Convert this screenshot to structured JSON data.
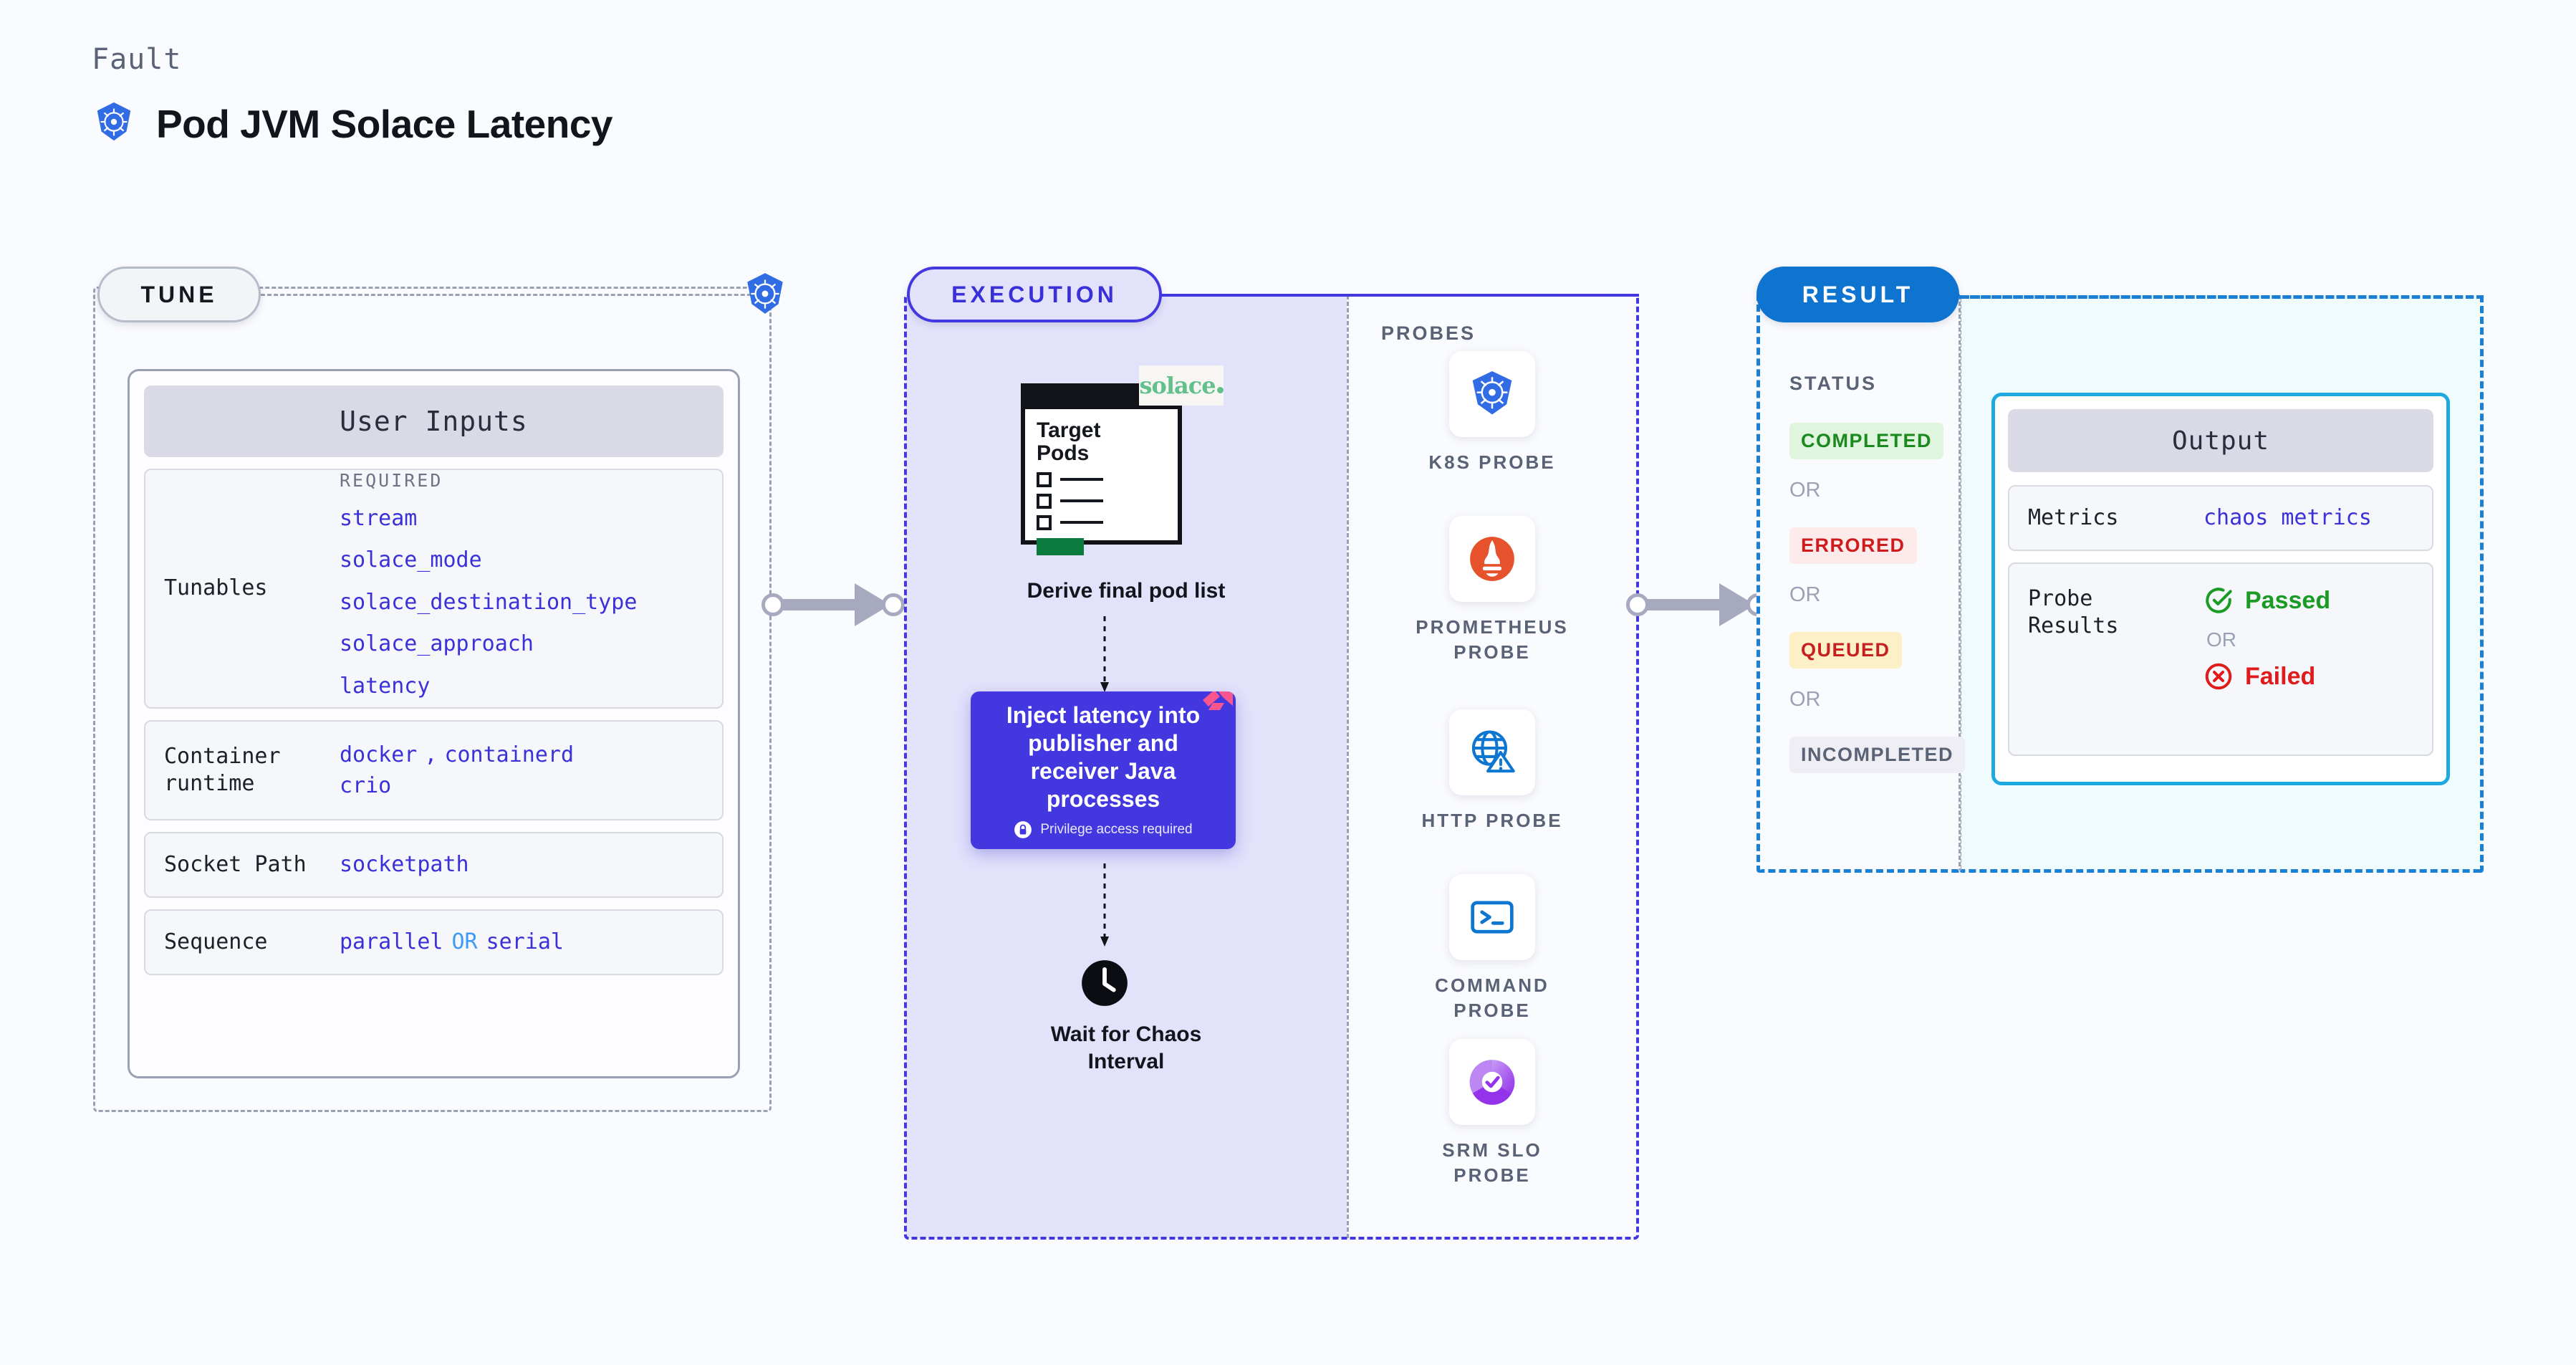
{
  "header": {
    "eyebrow": "Fault",
    "title": "Pod JVM Solace Latency",
    "icon": "kubernetes-icon"
  },
  "tune": {
    "badge": "TUNE",
    "platform_icon": "kubernetes-icon",
    "card_title": "User Inputs",
    "rows": [
      {
        "label": "Tunables",
        "required_label": "REQUIRED",
        "values": [
          "stream",
          "solace_mode",
          "solace_destination_type",
          "solace_approach",
          "latency"
        ]
      },
      {
        "label": "Container runtime",
        "values": [
          "docker",
          "containerd",
          "crio"
        ],
        "separator": ","
      },
      {
        "label": "Socket Path",
        "values": [
          "socketpath"
        ]
      },
      {
        "label": "Sequence",
        "values": [
          "parallel",
          "serial"
        ],
        "separator": "OR"
      }
    ]
  },
  "execution": {
    "badge": "EXECUTION",
    "pods_card": {
      "title_line1": "Target",
      "title_line2": "Pods",
      "logo_text": "solace",
      "logo_name": "solace-logo"
    },
    "derive_label": "Derive final pod list",
    "inject_card": {
      "text": "Inject latency into publisher and receiver Java processes",
      "privilege_note": "Privilege access required",
      "lock_icon": "lock-icon",
      "ribbon_icon": "chaos-ribbon-icon"
    },
    "wait": {
      "icon": "clock-icon",
      "label_line1": "Wait for Chaos",
      "label_line2": "Interval"
    },
    "probes_title": "PROBES",
    "probes": [
      {
        "name": "K8S PROBE",
        "icon": "kubernetes-icon"
      },
      {
        "name": "PROMETHEUS PROBE",
        "icon": "prometheus-icon"
      },
      {
        "name": "HTTP PROBE",
        "icon": "globe-warning-icon"
      },
      {
        "name": "COMMAND PROBE",
        "icon": "terminal-icon"
      },
      {
        "name": "SRM SLO PROBE",
        "icon": "slo-donut-check-icon"
      }
    ]
  },
  "result": {
    "badge": "RESULT",
    "status_title": "STATUS",
    "statuses": [
      {
        "label": "COMPLETED",
        "bg": "#dff5de",
        "fg": "#1a8a1f"
      },
      {
        "label": "ERRORED",
        "bg": "#fdeaea",
        "fg": "#cf1b1b"
      },
      {
        "label": "QUEUED",
        "bg": "#fdf0c7",
        "fg": "#c51f1f"
      },
      {
        "label": "INCOMPLETED",
        "bg": "#eeeef4",
        "fg": "#5a6275"
      }
    ],
    "or_label": "OR",
    "output": {
      "title": "Output",
      "metrics_label": "Metrics",
      "metrics_value": "chaos metrics",
      "probe_results_label": "Probe Results",
      "passed_label": "Passed",
      "failed_label": "Failed",
      "or_label": "OR",
      "passed_icon": "check-circle-icon",
      "failed_icon": "x-circle-icon"
    }
  },
  "colors": {
    "accent_blue": "#3b31d8",
    "k8s_blue": "#326ce5",
    "result_blue": "#0f74cf",
    "cyan": "#1eaae0",
    "green": "#1a8a1f",
    "red": "#cf1b1b",
    "pink": "#f9558f",
    "solace_green": "#62c08d"
  }
}
